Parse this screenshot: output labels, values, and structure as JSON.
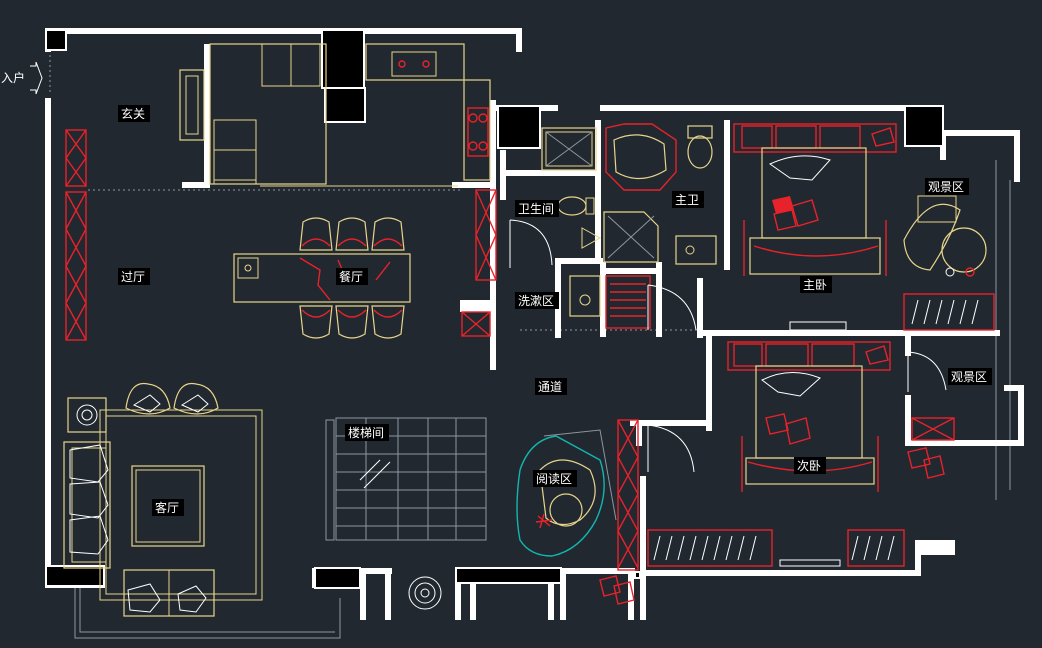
{
  "plan": {
    "entrance_label": "入户",
    "rooms": {
      "foyer": "玄关",
      "hallway": "过厅",
      "dining": "餐厅",
      "living": "客厅",
      "staircase": "楼梯间",
      "reading": "阅读区",
      "corridor": "通道",
      "wc": "卫生间",
      "wash": "洗漱区",
      "master_bath": "主卫",
      "master_bed": "主卧",
      "view_1": "观景区",
      "view_2": "观景区",
      "second_bed": "次卧"
    },
    "colors": {
      "background": "#212830",
      "wall": "#ffffff",
      "furniture": "#e8d48a",
      "accent": "#e8222a",
      "cyan": "#12b6b0"
    }
  }
}
